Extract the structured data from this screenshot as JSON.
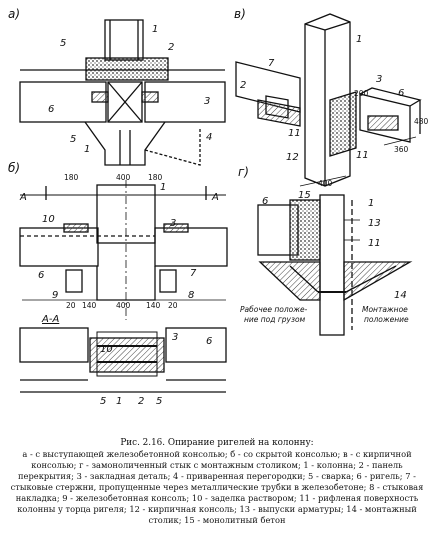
{
  "panels": {
    "a": "а)",
    "b": "б)",
    "v": "в)",
    "g": "г)"
  },
  "section_label": "А-А",
  "section_arrow_left": "А",
  "section_arrow_right": "А",
  "numbers": [
    "1",
    "2",
    "3",
    "4",
    "5",
    "6",
    "7",
    "8",
    "9",
    "10",
    "11",
    "12",
    "13",
    "14",
    "15"
  ],
  "dims": {
    "d400": "400",
    "d180": "180",
    "d140": "140",
    "d20": "20",
    "d200": "200",
    "d360": "360",
    "d480": "480"
  },
  "notes": {
    "work_pos": "Рабочее положе-ние под грузом",
    "mount_pos": "Монтажное положение"
  },
  "caption": {
    "title": "Рис. 2.16. Опирание ригелей на колонну:",
    "body": "а - с выступающей железобетонной консолью; б - со скрытой консолью; в - с кирпичной консолью; г - замоноличенный стык с монтажным столиком; 1 - колонна; 2 - панель перекрытия; 3 - закладная деталь; 4 - приваренная перегородки; 5 - сварка; 6 - ригель; 7 - стыковые стержни, пропущенные через металлические трубки в железобетоне; 8 - стыковая накладка; 9 - железобетонная консоль; 10 - заделка раствором; 11 - рифленая поверхность колонны у торца ригеля; 12 - кирпичная консоль; 13 - выпуски арматуры; 14 - монтажный столик; 15 - монолитный бетон"
  },
  "colors": {
    "ink": "#111111",
    "paper": "#ffffff",
    "hatch": "#555555"
  }
}
